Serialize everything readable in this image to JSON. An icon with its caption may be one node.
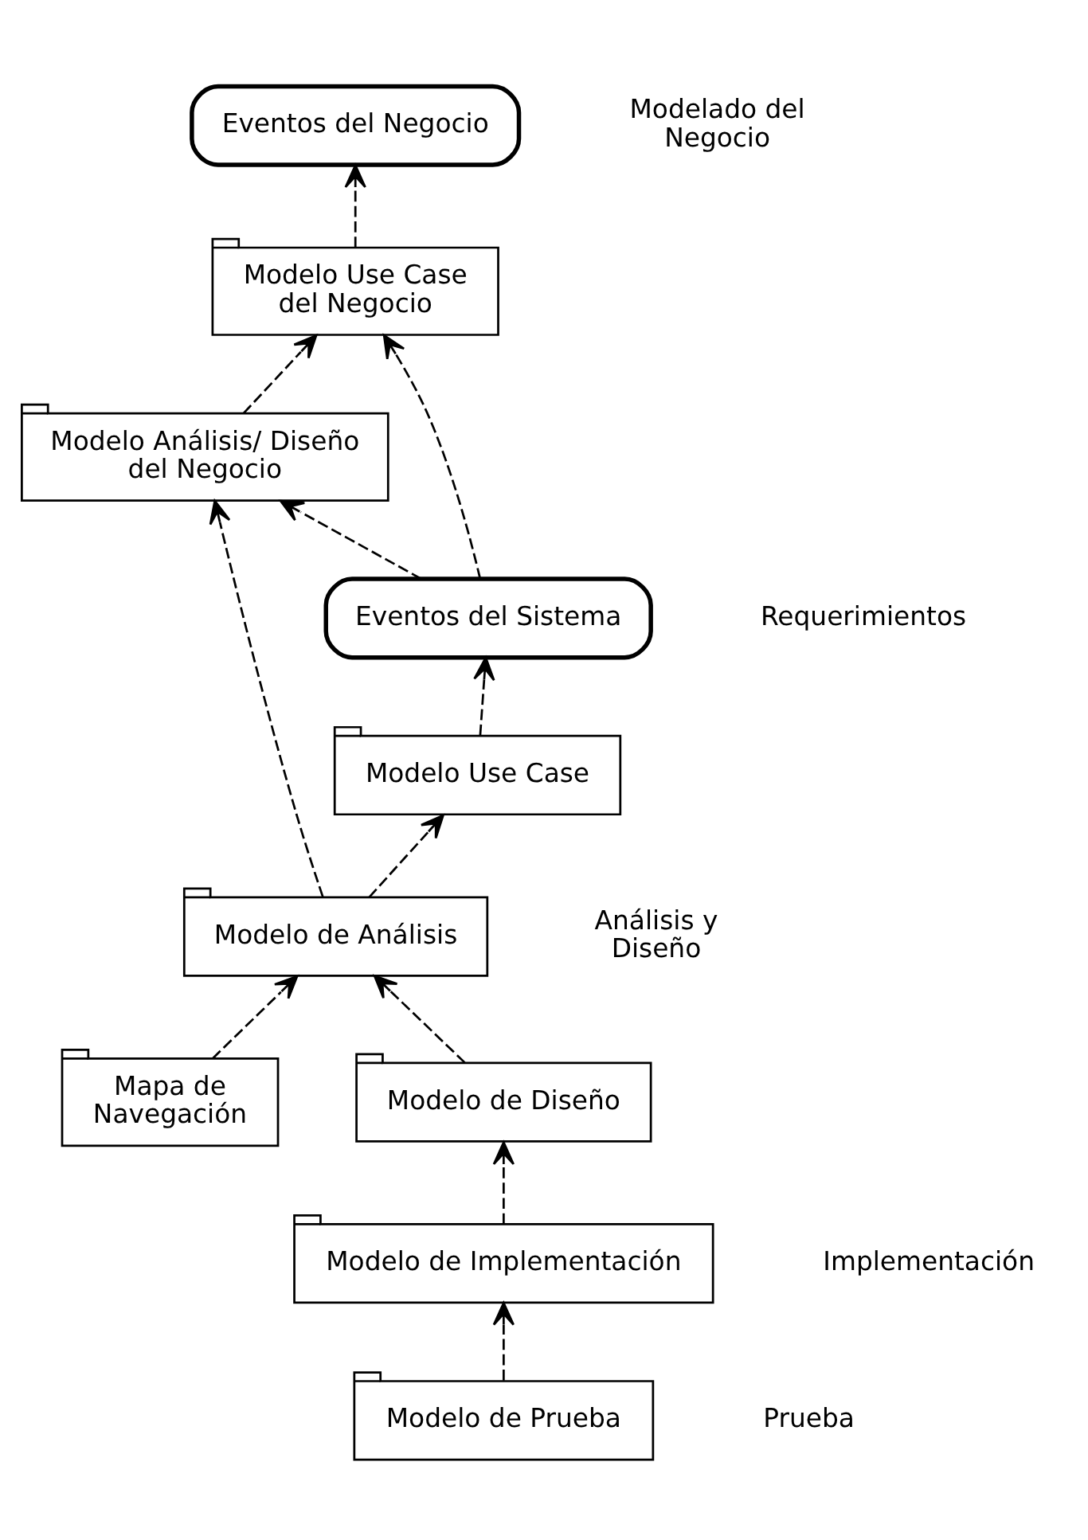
{
  "diagram": {
    "nodes": [
      {
        "text": [
          "Eventos del Negocio"
        ]
      },
      {
        "text": [
          "Modelo Use Case del Negocio"
        ]
      },
      {
        "text": [
          "Modelo Análisis/ Diseño del Negocio"
        ]
      },
      {
        "text": [
          "Eventos del Sistema"
        ]
      },
      {
        "text": [
          "Modelo Use Case"
        ]
      },
      {
        "text": [
          "Modelo de Análisis"
        ]
      },
      {
        "text": [
          "Mapa de Navegación"
        ]
      },
      {
        "text": [
          "Modelo de Diseño"
        ]
      },
      {
        "text": [
          "Modelo de Implementación"
        ]
      },
      {
        "text": [
          "Modelo de Prueba"
        ]
      }
    ],
    "edges": [
      {
        "from": 1,
        "to": 0,
        "arrow": "to",
        "style": "dashed"
      },
      {
        "from": 2,
        "to": 1,
        "arrow": "to",
        "style": "dashed"
      },
      {
        "from": 3,
        "to": 1,
        "arrow": "to",
        "style": "dashed"
      },
      {
        "from": 3,
        "to": 2,
        "arrow": "to",
        "style": "dashed"
      },
      {
        "from": 4,
        "to": 3,
        "arrow": "to",
        "style": "dashed"
      },
      {
        "from": 5,
        "to": 4,
        "arrow": "to",
        "style": "dashed"
      },
      {
        "from": 5,
        "to": 2,
        "arrow": "to",
        "style": "dashed"
      },
      {
        "from": 6,
        "to": 5,
        "arrow": "to",
        "style": "dashed"
      },
      {
        "from": 7,
        "to": 5,
        "arrow": "to",
        "style": "dashed"
      },
      {
        "from": 8,
        "to": 7,
        "arrow": "to",
        "style": "dashed"
      },
      {
        "from": 9,
        "to": 8,
        "arrow": "to",
        "style": "dashed"
      }
    ],
    "labels": [
      "Modelado del Negocio",
      "Requerimientos",
      "Análisis y Diseño",
      "Implementación",
      "Prueba"
    ]
  }
}
